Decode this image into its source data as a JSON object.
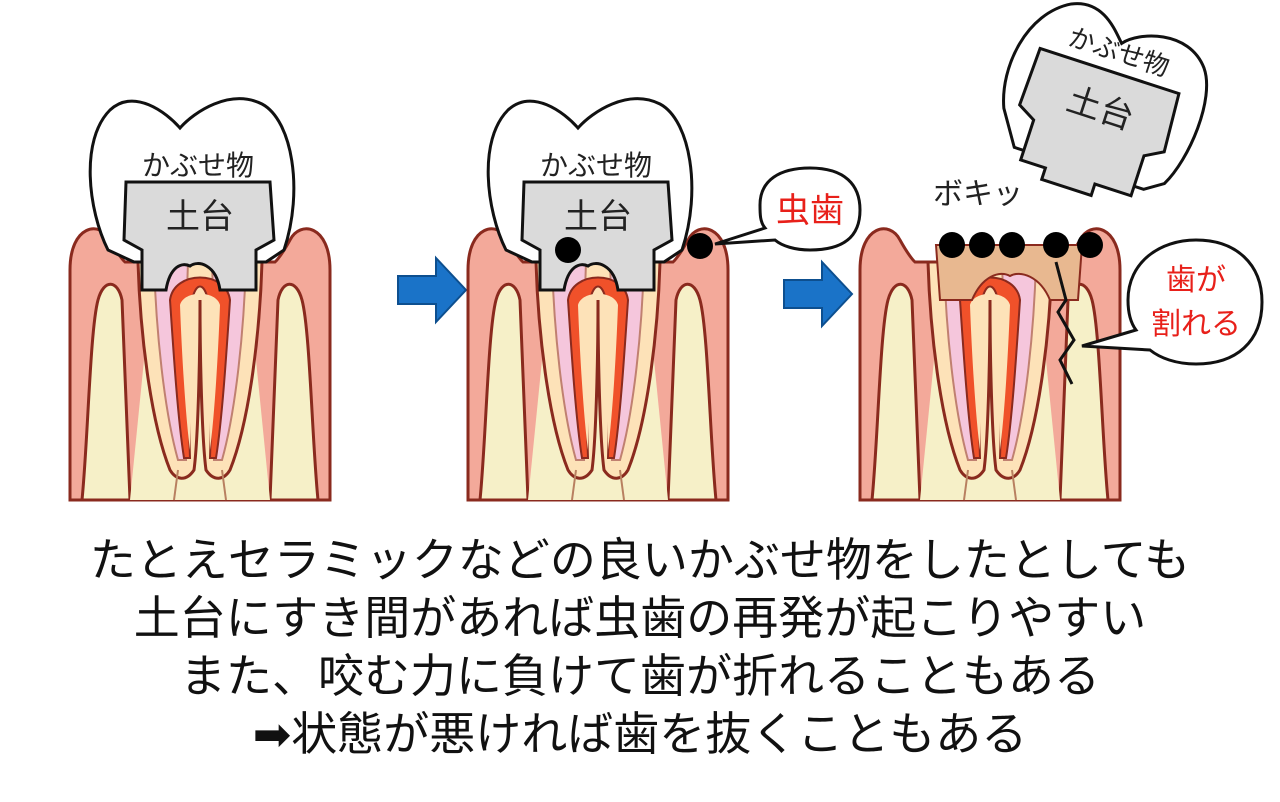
{
  "labels": {
    "crown": "かぶせ物",
    "core": "土台",
    "caries": "虫歯",
    "crack_sound": "ボキッ",
    "fracture_line1": "歯が",
    "fracture_line2": "割れる"
  },
  "caption": {
    "line1": "たとえセラミックなどの良いかぶせ物をしたとしても",
    "line2": "土台にすき間があれば虫歯の再発が起こりやすい",
    "line3": "また、咬む力に負けて歯が折れることもある",
    "line4": "➡状態が悪ければ歯を抜くこともある"
  },
  "colors": {
    "gum": "#f3a99a",
    "gum_edge": "#8a2a1e",
    "bone": "#f6f0c8",
    "dentin": "#fde2b8",
    "pulp": "#f0512a",
    "root_canal": "#f5c6dc",
    "crown_core": "#dadada",
    "arrow": "#1a73c8",
    "red_text": "#e8201a"
  }
}
